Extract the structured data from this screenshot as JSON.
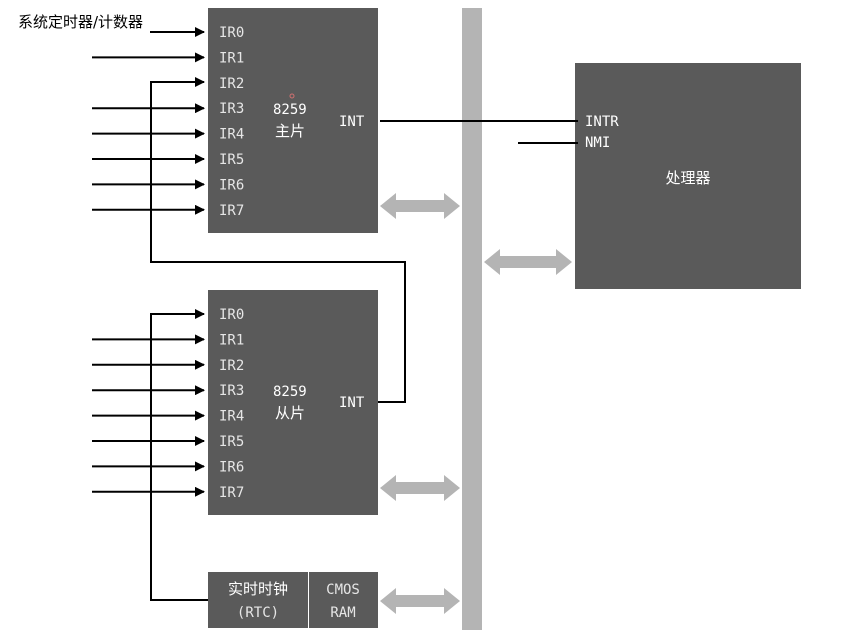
{
  "title_label": "系统定时器/计数器",
  "master": {
    "pins": [
      "IR0",
      "IR1",
      "IR2",
      "IR3",
      "IR4",
      "IR5",
      "IR6",
      "IR7"
    ],
    "chip": "8259",
    "name": "主片",
    "output": "INT"
  },
  "slave": {
    "pins": [
      "IR0",
      "IR1",
      "IR2",
      "IR3",
      "IR4",
      "IR5",
      "IR6",
      "IR7"
    ],
    "chip": "8259",
    "name": "从片",
    "output": "INT"
  },
  "processor": {
    "name": "处理器",
    "intr": "INTR",
    "nmi": "NMI"
  },
  "rtc": {
    "line1": "实时时钟",
    "line2": "(RTC)"
  },
  "cmos": {
    "line1": "CMOS",
    "line2": "RAM"
  },
  "colors": {
    "block": "#5a5a5a",
    "bus": "#b4b4b4",
    "wire": "#000000"
  }
}
